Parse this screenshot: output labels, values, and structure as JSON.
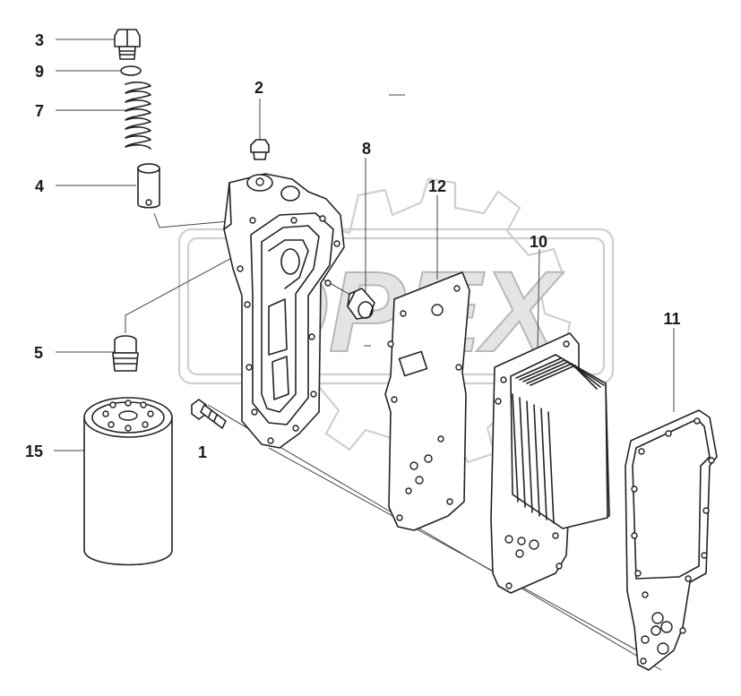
{
  "diagram": {
    "callouts": [
      {
        "id": "part-3",
        "number": "3"
      },
      {
        "id": "part-9",
        "number": "9"
      },
      {
        "id": "part-7",
        "number": "7"
      },
      {
        "id": "part-4",
        "number": "4"
      },
      {
        "id": "part-2",
        "number": "2"
      },
      {
        "id": "part-8",
        "number": "8"
      },
      {
        "id": "part-12",
        "number": "12"
      },
      {
        "id": "part-10",
        "number": "10"
      },
      {
        "id": "part-11",
        "number": "11"
      },
      {
        "id": "part-5",
        "number": "5"
      },
      {
        "id": "part-15",
        "number": "15"
      },
      {
        "id": "part-1",
        "number": "1"
      }
    ],
    "watermark": {
      "text": "OPEX",
      "icon": "gear-icon",
      "color": "#d0d0d0"
    },
    "line_color": "#222222"
  }
}
